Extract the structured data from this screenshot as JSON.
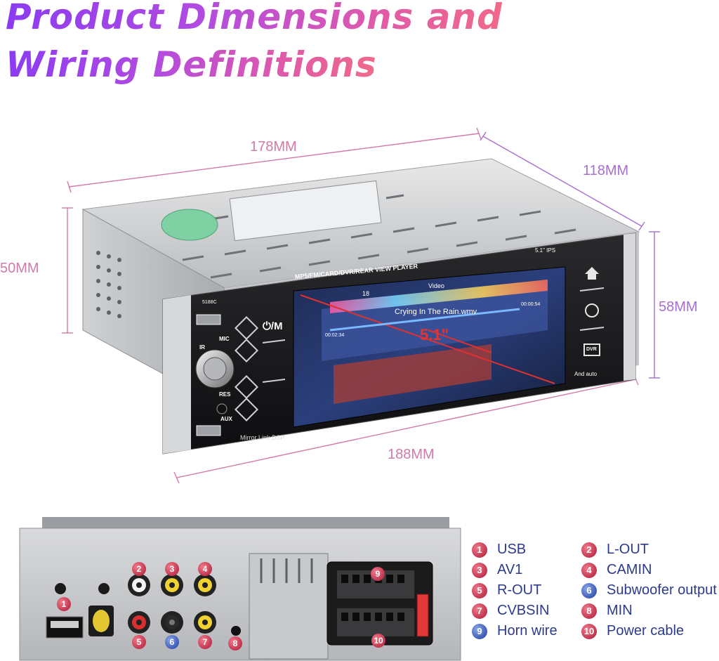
{
  "title": {
    "line1": "Product Dimensions and",
    "line2": "Wiring Definitions"
  },
  "dimensions": {
    "top_width": "178MM",
    "depth": "118MM",
    "body_height": "50MM",
    "panel_height": "58MM",
    "panel_width": "188MM"
  },
  "device": {
    "usb_label": "5188C",
    "mic_label": "MIC",
    "ir_label": "IR",
    "res_label": "RES",
    "aux_label": "AUX",
    "power_label": "⏻/M",
    "brand_line": "Mirror Link  DSP",
    "screen_header": "MP5/FM/CARD/DVR/REAR VIEW PLAYER",
    "screen_size": "5.1\" IPS",
    "track_title": "Crying In The Rain.wmv",
    "time_total": "00:00:54",
    "time_elapsed": "00:02:34",
    "volume": "18",
    "video_label": "Video",
    "size_overlay": "5.1\"",
    "carplay_label": "And auto",
    "dvr_label": "DVR"
  },
  "pins": {
    "p1": "1",
    "p2": "2",
    "p3": "3",
    "p4": "4",
    "p5": "5",
    "p6": "6",
    "p7": "7",
    "p8": "8",
    "p9": "9",
    "p10": "10"
  },
  "legend": [
    {
      "num": "1",
      "label": "USB"
    },
    {
      "num": "2",
      "label": "L-OUT"
    },
    {
      "num": "3",
      "label": "AV1"
    },
    {
      "num": "4",
      "label": "CAMIN"
    },
    {
      "num": "5",
      "label": "R-OUT"
    },
    {
      "num": "6",
      "label": "Subwoofer output"
    },
    {
      "num": "7",
      "label": "CVBSIN"
    },
    {
      "num": "8",
      "label": "MIN"
    },
    {
      "num": "9",
      "label": "Horn wire"
    },
    {
      "num": "10",
      "label": "Power cable"
    }
  ],
  "colors": {
    "title_start": "#8b3cf0",
    "title_end": "#f06a8a",
    "dimension_pink": "#d27aa8",
    "dimension_purple": "#a66fd1",
    "legend_text": "#2c3a8c",
    "badge_red": "#c0344e",
    "badge_blue": "#3c5bb4"
  }
}
